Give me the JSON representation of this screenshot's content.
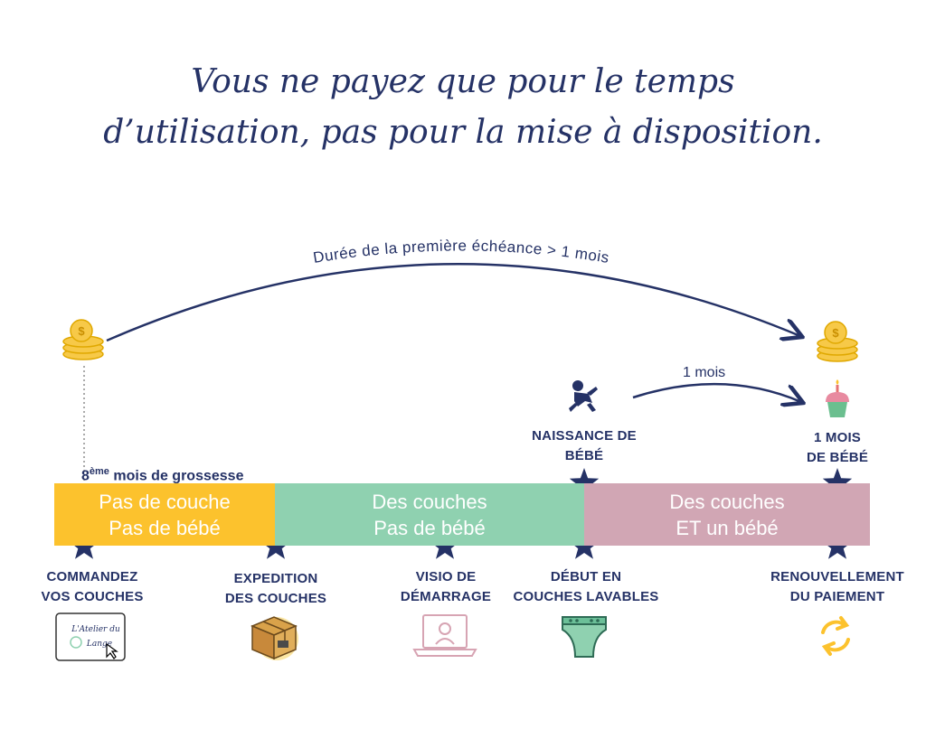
{
  "title": {
    "line1": "Vous ne payez que pour le temps",
    "line2": "d’utilisation, pas pour la mise à disposition."
  },
  "arcs": {
    "main_label": "Durée de la première échéance > 1 mois",
    "short_label": "1 mois"
  },
  "pregnancy_note": {
    "ordinal": "8",
    "sup": "ème",
    "text": "mois de grossesse"
  },
  "segments": [
    {
      "line1": "Pas de couche",
      "line2": "Pas de bébé",
      "color": "#fcc22d"
    },
    {
      "line1": "Des couches",
      "line2": "Pas de bébé",
      "color": "#8fd1b0"
    },
    {
      "line1": "Des couches",
      "line2": "ET un bébé",
      "color": "#d1a6b4"
    }
  ],
  "upper_labels": {
    "birth": {
      "line1": "NAISSANCE DE",
      "line2": "BÉBÉ"
    },
    "one_month": {
      "line1": "1 MOIS",
      "line2": "DE BÉBÉ"
    }
  },
  "steps": [
    {
      "line1": "COMMANDEZ",
      "line2": "VOS COUCHES",
      "icon": "shop-logo-icon"
    },
    {
      "line1": "EXPEDITION",
      "line2": "DES COUCHES",
      "icon": "parcel-box-icon"
    },
    {
      "line1": "VISIO DE",
      "line2": "DÉMARRAGE",
      "icon": "laptop-video-icon"
    },
    {
      "line1": "DÉBUT EN",
      "line2": "COUCHES LAVABLES",
      "icon": "cloth-diaper-icon"
    },
    {
      "line1": "RENOUVELLEMENT",
      "line2": "DU PAIEMENT",
      "icon": "renew-arrows-icon"
    }
  ],
  "logo": {
    "text_top": "L'Atelier du",
    "text_bottom": "Lange"
  },
  "colors": {
    "navy": "#253266",
    "gold": "#f7c948",
    "yellow": "#fcc22d",
    "green": "#8fd1b0",
    "pink": "#d1a6b4"
  }
}
